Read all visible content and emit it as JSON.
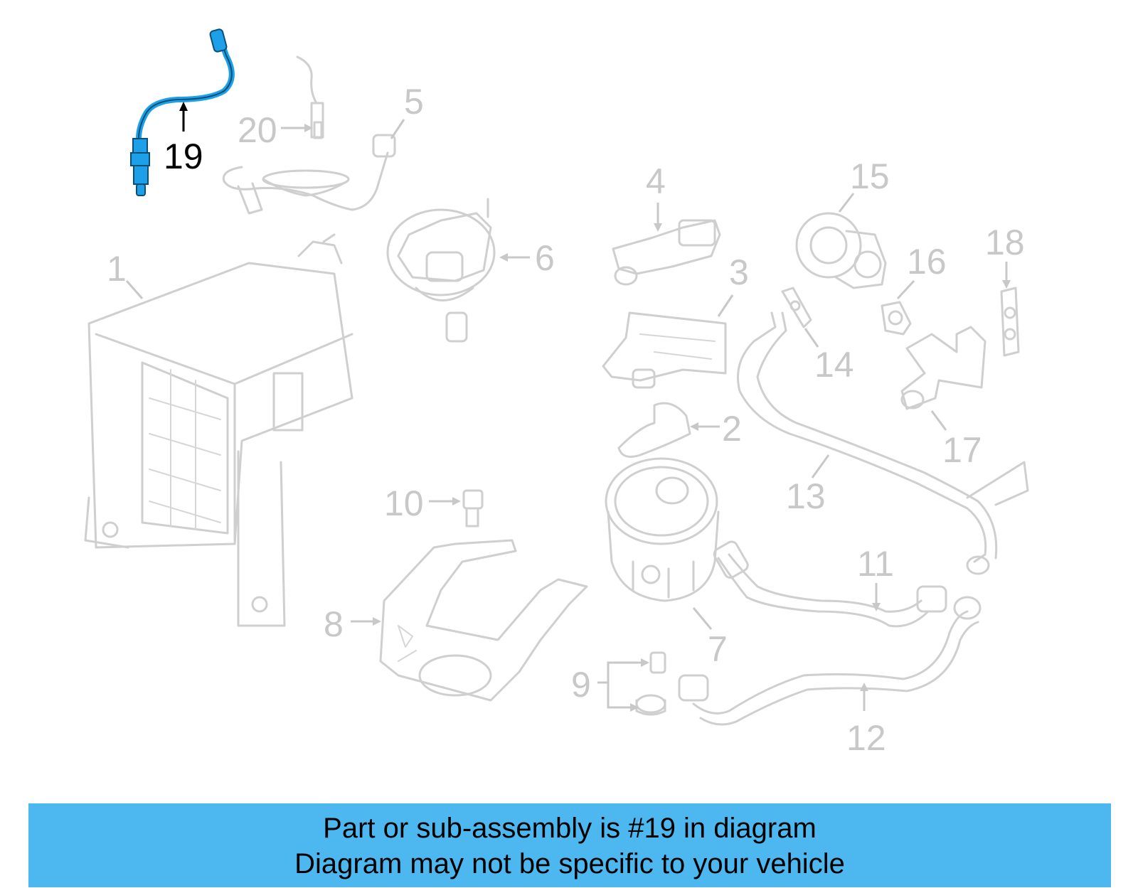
{
  "highlight": {
    "part_number": "19",
    "color": "#1ea0e8"
  },
  "callouts": [
    {
      "id": "1",
      "label": "1"
    },
    {
      "id": "2",
      "label": "2"
    },
    {
      "id": "3",
      "label": "3"
    },
    {
      "id": "4",
      "label": "4"
    },
    {
      "id": "5",
      "label": "5"
    },
    {
      "id": "6",
      "label": "6"
    },
    {
      "id": "7",
      "label": "7"
    },
    {
      "id": "8",
      "label": "8"
    },
    {
      "id": "9",
      "label": "9"
    },
    {
      "id": "10",
      "label": "10"
    },
    {
      "id": "11",
      "label": "11"
    },
    {
      "id": "12",
      "label": "12"
    },
    {
      "id": "13",
      "label": "13"
    },
    {
      "id": "14",
      "label": "14"
    },
    {
      "id": "15",
      "label": "15"
    },
    {
      "id": "16",
      "label": "16"
    },
    {
      "id": "17",
      "label": "17"
    },
    {
      "id": "18",
      "label": "18"
    },
    {
      "id": "19",
      "label": "19"
    },
    {
      "id": "20",
      "label": "20"
    }
  ],
  "banner": {
    "line1": "Part or sub-assembly is #19 in diagram",
    "line2": "Diagram may not be specific to your vehicle",
    "background": "#4db8f0"
  },
  "colors": {
    "ghost_line": "#cfcfcf",
    "ghost_text": "#c8c8c8"
  }
}
